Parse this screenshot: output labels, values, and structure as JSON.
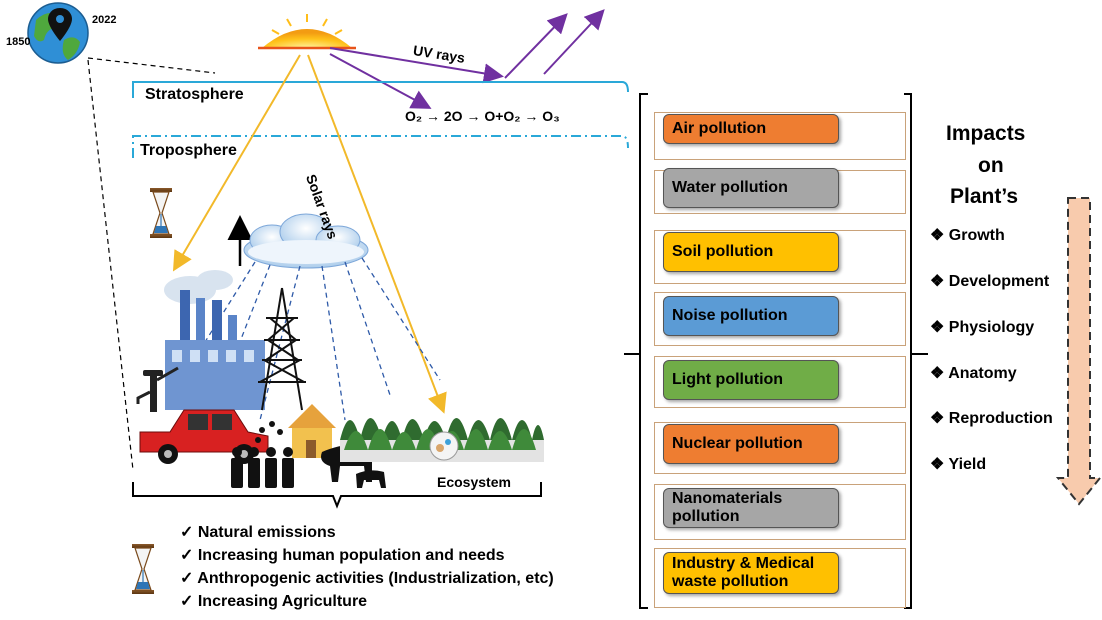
{
  "globe": {
    "year_left": "1850",
    "year_right": "2022"
  },
  "atmosphere": {
    "stratosphere_label": "Stratosphere",
    "troposphere_label": "Troposphere",
    "uv_label": "UV rays",
    "solar_label": "Solar rays",
    "ozone_equation": "O₂ → 2O → O+O₂ → O₃"
  },
  "ecosystem_label": "Ecosystem",
  "causes": [
    "✓  Natural emissions",
    "✓  Increasing human population and needs",
    "✓  Anthropogenic activities (Industrialization, etc)",
    "✓  Increasing Agriculture"
  ],
  "pollution_types": [
    {
      "label": "Air pollution",
      "color": "#ee7d31"
    },
    {
      "label": "Water pollution",
      "color": "#a6a6a6"
    },
    {
      "label": "Soil pollution",
      "color": "#ffc000"
    },
    {
      "label": "Noise pollution",
      "color": "#5b9bd5"
    },
    {
      "label": "Light pollution",
      "color": "#70ad47"
    },
    {
      "label": "Nuclear pollution",
      "color": "#ee7d31"
    },
    {
      "label": "Nanomaterials pollution",
      "color": "#a6a6a6"
    },
    {
      "label": "Industry & Medical waste pollution",
      "color": "#ffc000"
    }
  ],
  "impacts": {
    "title_line1": "Impacts",
    "title_line2": "on",
    "title_line3": "Plant’s",
    "items": [
      "❖  Growth",
      "❖  Development",
      "❖  Physiology",
      "❖  Anatomy",
      "❖  Reproduction",
      "❖  Yield"
    ]
  },
  "colors": {
    "sky_line": "#2aa8d8",
    "uv_arrow": "#7030a0",
    "solar_arrow": "#f2b92a",
    "impact_arrow": "#f8cbad"
  }
}
